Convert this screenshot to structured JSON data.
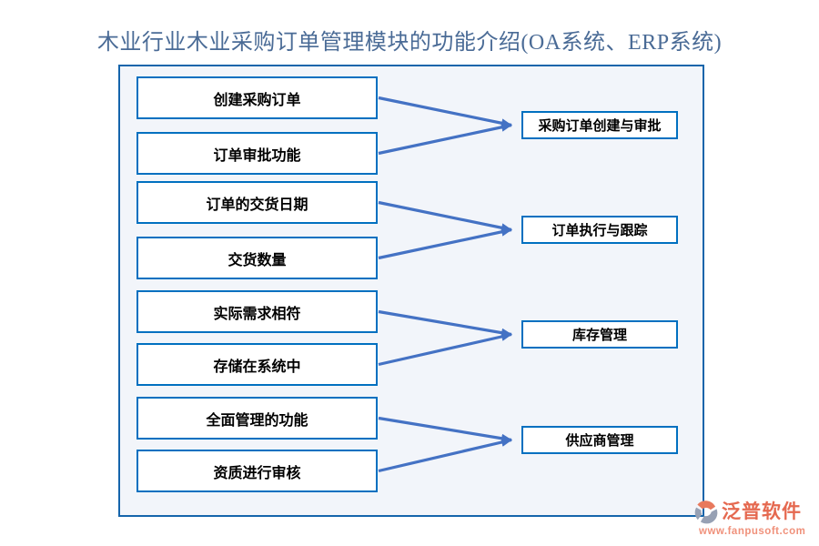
{
  "title": "木业行业木业采购订单管理模块的功能介绍(OA系统、ERP系统)",
  "flowchart": {
    "left_items": [
      "创建采购订单",
      "订单审批功能",
      "订单的交货日期",
      "交货数量",
      "实际需求相符",
      "存储在系统中",
      "全面管理的功能",
      "资质进行审核"
    ],
    "right_items": [
      "采购订单创建与审批",
      "订单执行与跟踪",
      "库存管理",
      "供应商管理"
    ],
    "connections": [
      {
        "from": 0,
        "to": 0
      },
      {
        "from": 1,
        "to": 0
      },
      {
        "from": 2,
        "to": 1
      },
      {
        "from": 3,
        "to": 1
      },
      {
        "from": 4,
        "to": 2
      },
      {
        "from": 5,
        "to": 2
      },
      {
        "from": 6,
        "to": 3
      },
      {
        "from": 7,
        "to": 3
      }
    ]
  },
  "colors": {
    "box_border": "#0070c0",
    "arrow": "#4472c4",
    "panel_border": "#1565ab",
    "panel_bg": "#f2f5fa",
    "title_text": "#4a6b96",
    "logo_primary": "#e56950",
    "logo_secondary": "#f0917b"
  },
  "watermark": {
    "brand": "泛普软件",
    "site": "www.fanpusoft.com"
  }
}
